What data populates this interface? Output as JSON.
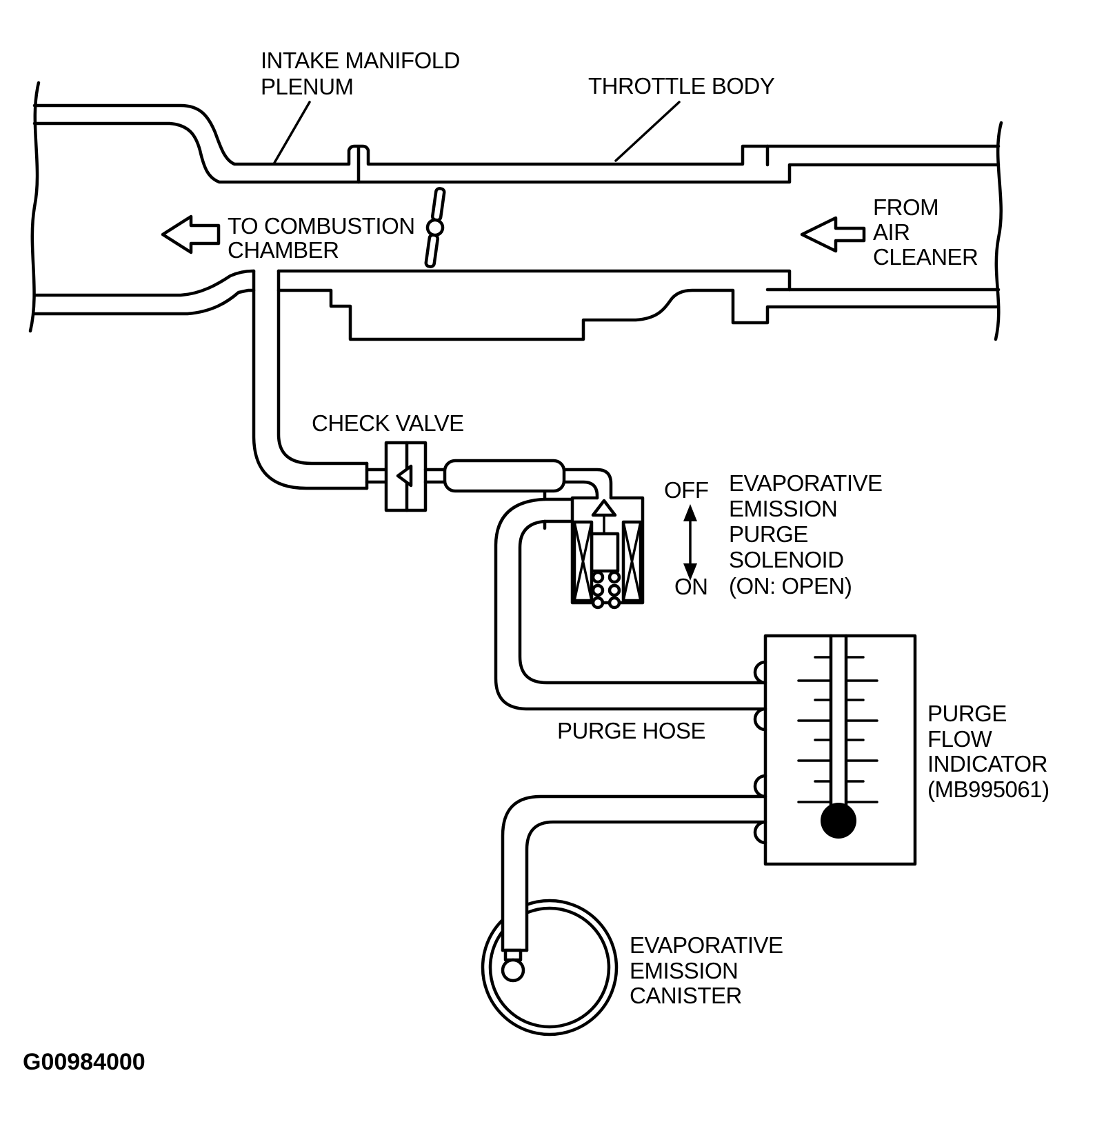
{
  "figure": {
    "code": "G00984000",
    "title_semantic": "Evaporative emission purge flow vacuum diagram"
  },
  "colors": {
    "line": "#000000",
    "background": "#ffffff"
  },
  "labels": {
    "intake_manifold_plenum": [
      "INTAKE MANIFOLD",
      "PLENUM"
    ],
    "throttle_body": "THROTTLE BODY",
    "to_combustion_chamber": [
      "TO COMBUSTION",
      "CHAMBER"
    ],
    "from_air_cleaner": [
      "FROM",
      "AIR",
      "CLEANER"
    ],
    "check_valve": "CHECK VALVE",
    "solenoid_state_off": "OFF",
    "solenoid_state_on": "ON",
    "purge_solenoid": [
      "EVAPORATIVE",
      "EMISSION",
      "PURGE",
      "SOLENOID",
      "(ON: OPEN)"
    ],
    "purge_hose": "PURGE HOSE",
    "purge_flow_indicator": [
      "PURGE",
      "FLOW",
      "INDICATOR",
      "(MB995061)"
    ],
    "evap_canister": [
      "EVAPORATIVE",
      "EMISSION",
      "CANISTER"
    ]
  }
}
